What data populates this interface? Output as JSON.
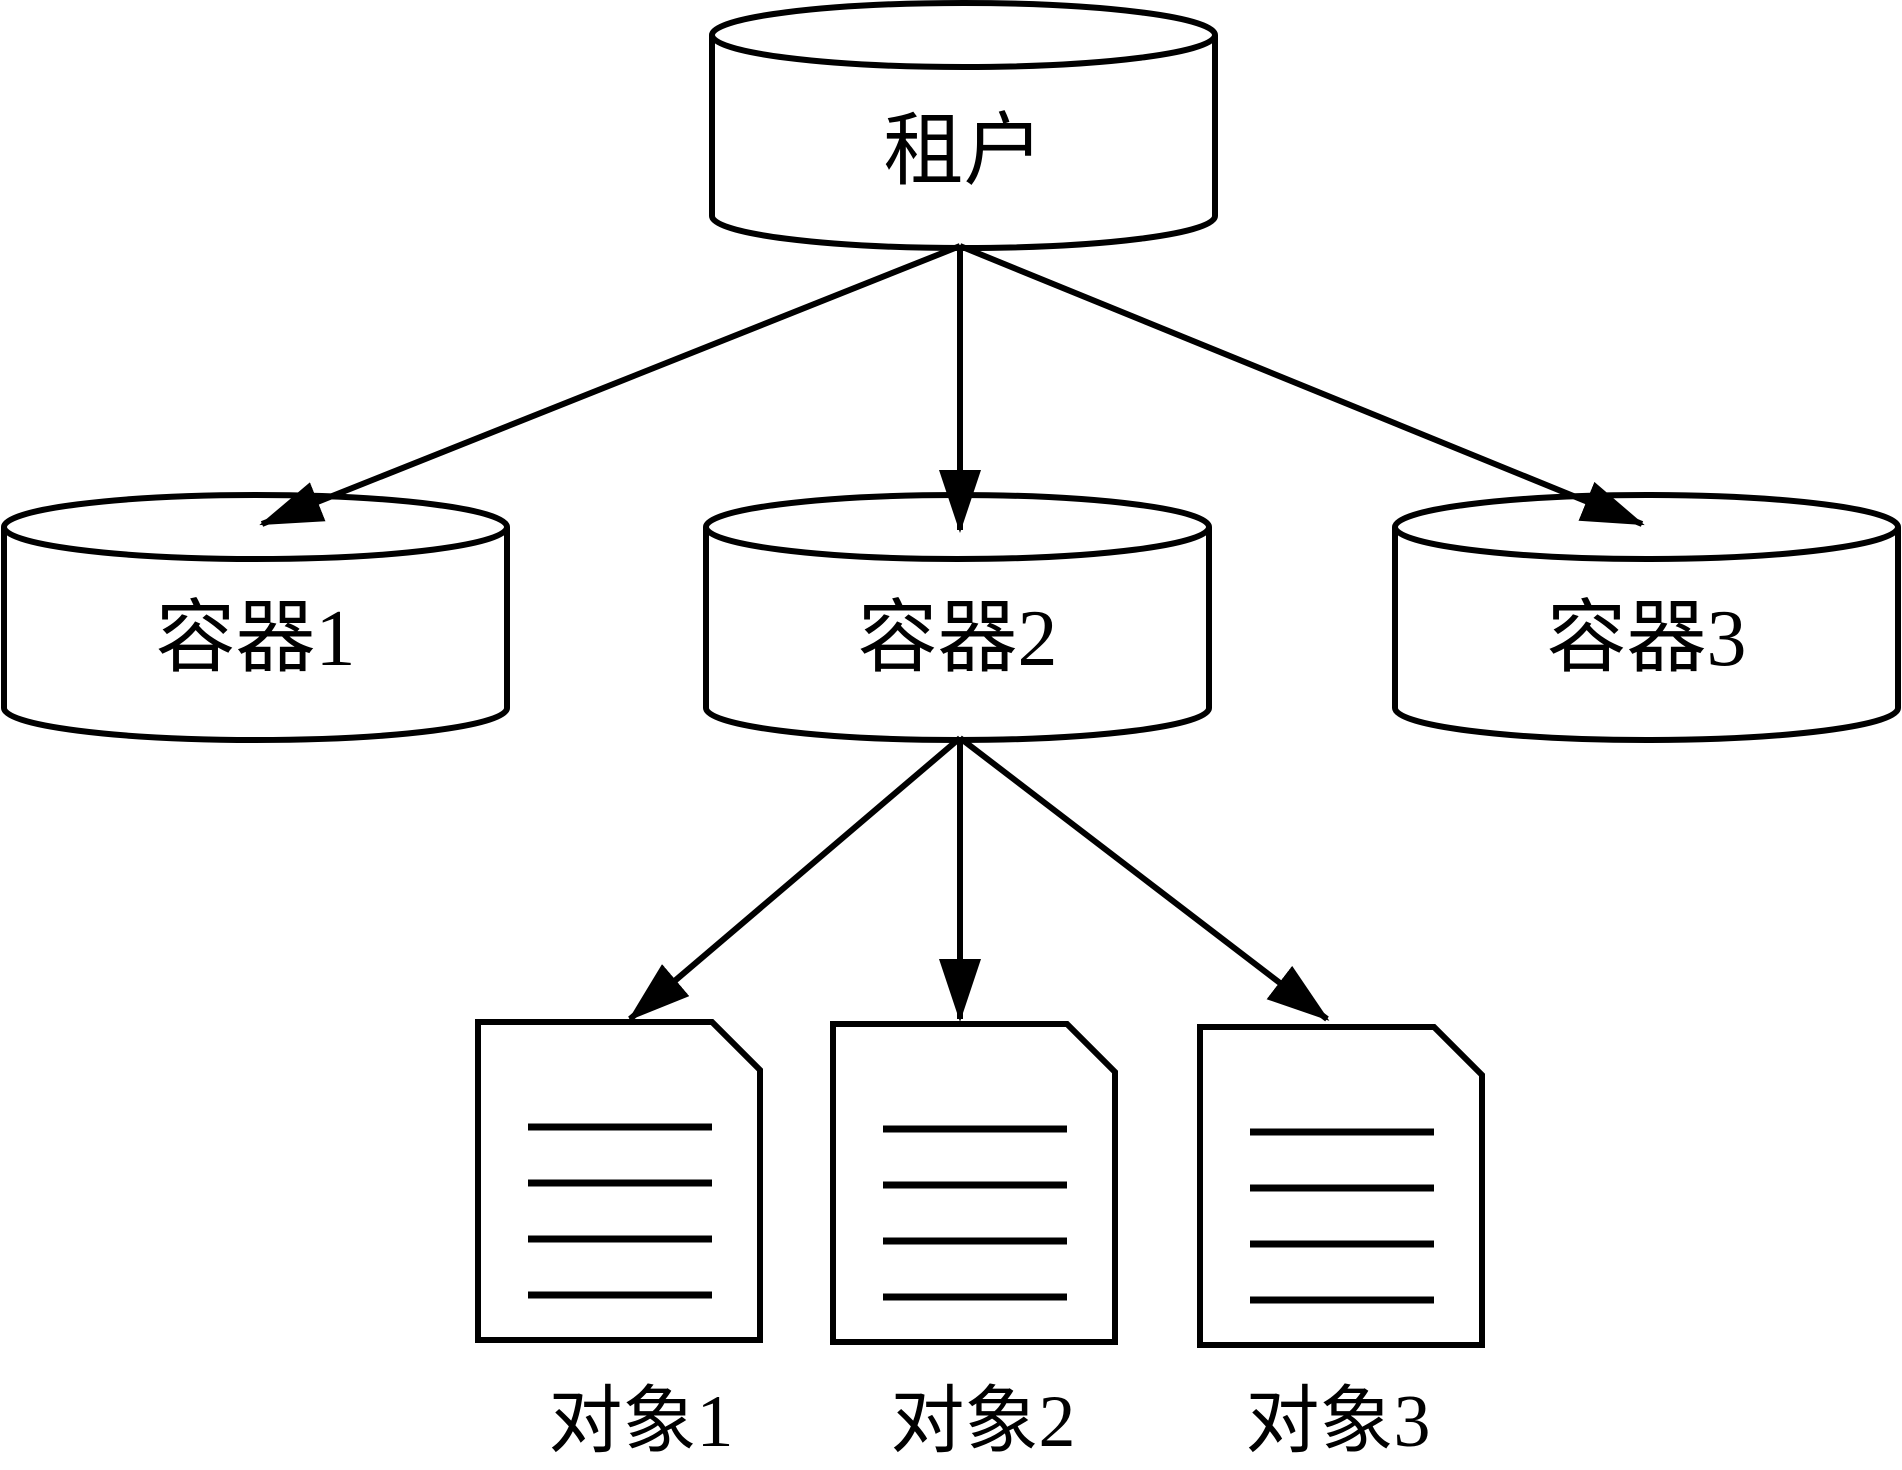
{
  "diagram": {
    "background_color": "#ffffff",
    "line_color": "#000000",
    "nodes": {
      "tenant": {
        "label": "租户",
        "shape": "cylinder"
      },
      "container1": {
        "label": "容器1",
        "shape": "cylinder"
      },
      "container2": {
        "label": "容器2",
        "shape": "cylinder"
      },
      "container3": {
        "label": "容器3",
        "shape": "cylinder"
      },
      "object1": {
        "label": "对象1",
        "shape": "document"
      },
      "object2": {
        "label": "对象2",
        "shape": "document"
      },
      "object3": {
        "label": "对象3",
        "shape": "document"
      }
    },
    "edges": [
      {
        "from": "tenant",
        "to": "container1"
      },
      {
        "from": "tenant",
        "to": "container2"
      },
      {
        "from": "tenant",
        "to": "container3"
      },
      {
        "from": "container2",
        "to": "object1"
      },
      {
        "from": "container2",
        "to": "object2"
      },
      {
        "from": "container2",
        "to": "object3"
      }
    ]
  }
}
